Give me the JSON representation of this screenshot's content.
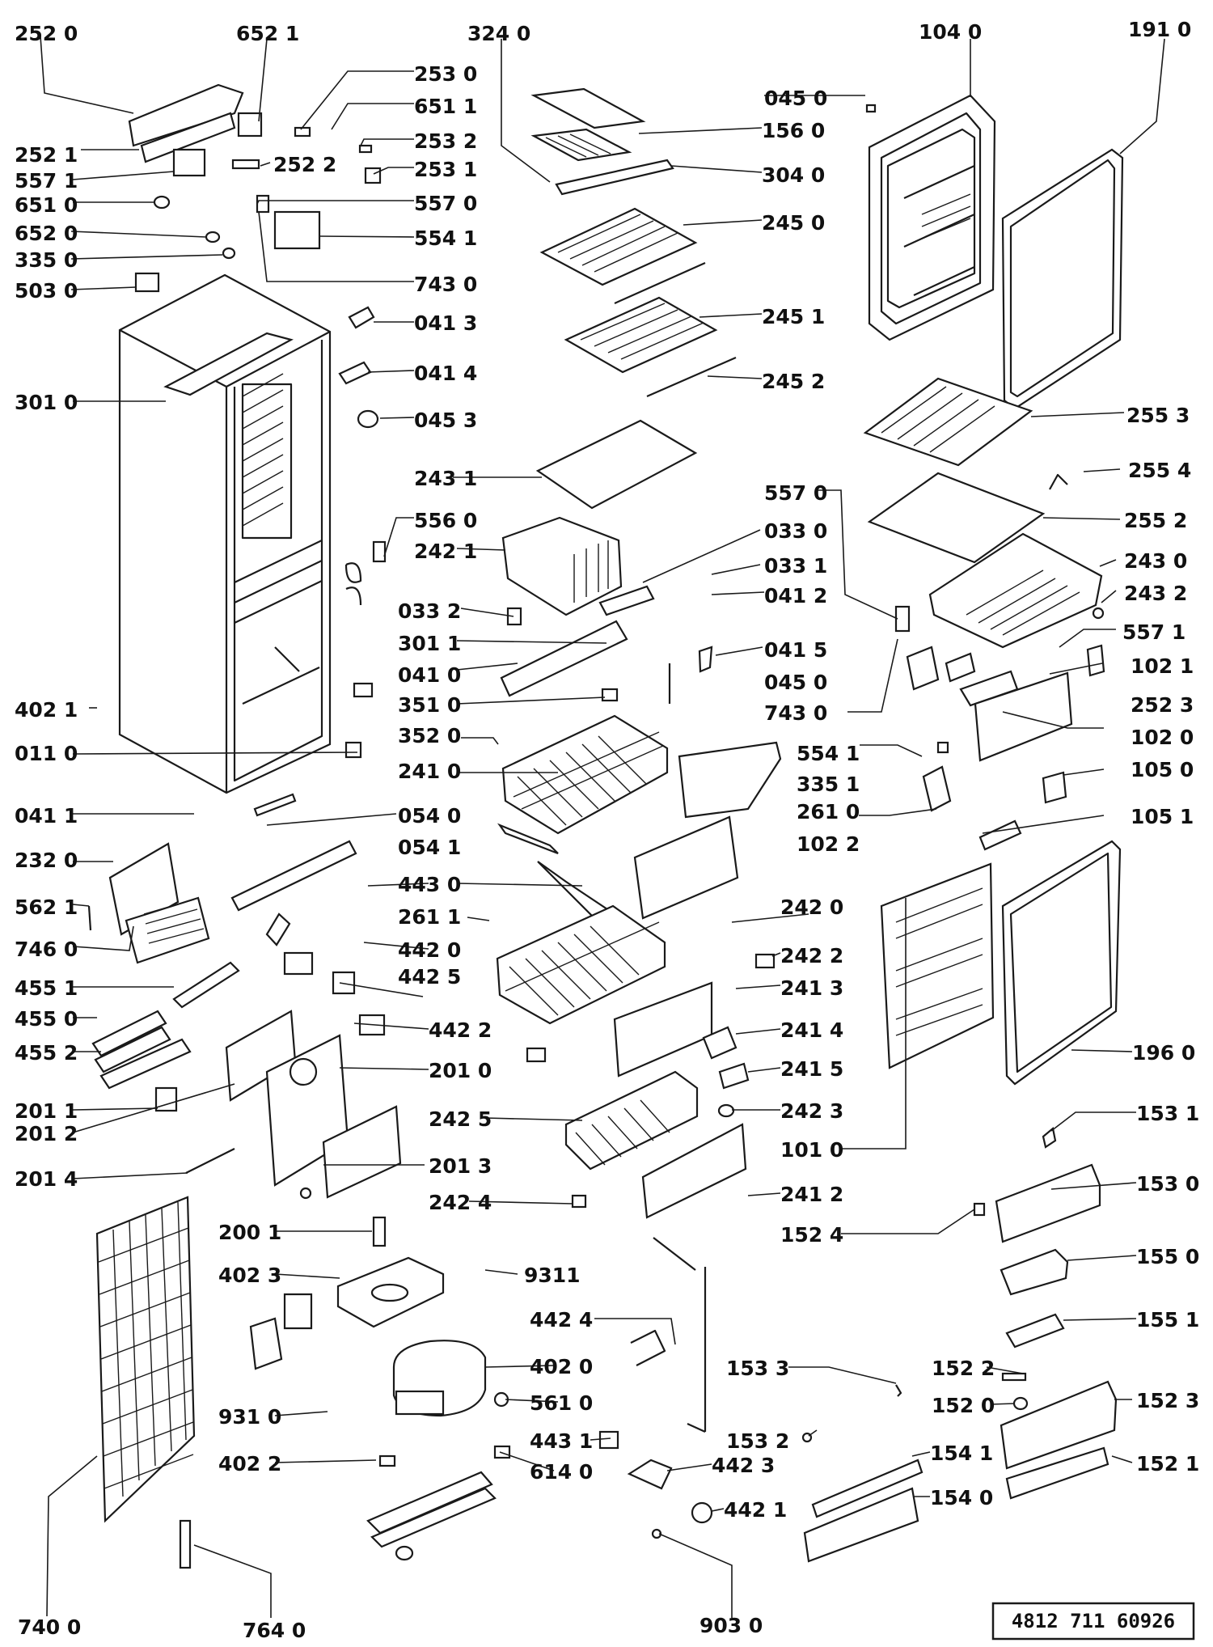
{
  "diagram": {
    "callouts": [
      {
        "id": "c2520",
        "text": "252 0"
      },
      {
        "id": "c6521",
        "text": "652 1"
      },
      {
        "id": "c3240",
        "text": "324 0"
      },
      {
        "id": "c1040",
        "text": "104 0"
      },
      {
        "id": "c1910",
        "text": "191 0"
      },
      {
        "id": "c2530",
        "text": "253 0"
      },
      {
        "id": "c6511",
        "text": "651 1"
      },
      {
        "id": "c2532",
        "text": "253 2"
      },
      {
        "id": "c2522",
        "text": "252 2"
      },
      {
        "id": "c2531",
        "text": "253 1"
      },
      {
        "id": "c5570a",
        "text": "557 0"
      },
      {
        "id": "c2521",
        "text": "252 1"
      },
      {
        "id": "c5571a",
        "text": "557 1"
      },
      {
        "id": "c6510",
        "text": "651 0"
      },
      {
        "id": "c6520",
        "text": "652 0"
      },
      {
        "id": "c3350",
        "text": "335 0"
      },
      {
        "id": "c5030",
        "text": "503 0"
      },
      {
        "id": "c5541a",
        "text": "554 1"
      },
      {
        "id": "c7430a",
        "text": "743 0"
      },
      {
        "id": "c0450a",
        "text": "045 0"
      },
      {
        "id": "c1560",
        "text": "156 0"
      },
      {
        "id": "c3040",
        "text": "304 0"
      },
      {
        "id": "c2450",
        "text": "245 0"
      },
      {
        "id": "c2451",
        "text": "245 1"
      },
      {
        "id": "c2452",
        "text": "245 2"
      },
      {
        "id": "c0413",
        "text": "041 3"
      },
      {
        "id": "c0414",
        "text": "041 4"
      },
      {
        "id": "c0453",
        "text": "045 3"
      },
      {
        "id": "c3010",
        "text": "301 0"
      },
      {
        "id": "c2553",
        "text": "255 3"
      },
      {
        "id": "c2431",
        "text": "243 1"
      },
      {
        "id": "c2554",
        "text": "255 4"
      },
      {
        "id": "c5570b",
        "text": "557 0"
      },
      {
        "id": "c5560",
        "text": "556 0"
      },
      {
        "id": "c2552",
        "text": "255 2"
      },
      {
        "id": "c2421",
        "text": "242 1"
      },
      {
        "id": "c0330",
        "text": "033 0"
      },
      {
        "id": "c2430",
        "text": "243 0"
      },
      {
        "id": "c0331",
        "text": "033 1"
      },
      {
        "id": "c2432",
        "text": "243 2"
      },
      {
        "id": "c0332",
        "text": "033 2"
      },
      {
        "id": "c0412",
        "text": "041 2"
      },
      {
        "id": "c3011",
        "text": "301 1"
      },
      {
        "id": "c5571b",
        "text": "557 1"
      },
      {
        "id": "c0415",
        "text": "041 5"
      },
      {
        "id": "c1021",
        "text": "102 1"
      },
      {
        "id": "c0410",
        "text": "041 0"
      },
      {
        "id": "c0450b",
        "text": "045 0"
      },
      {
        "id": "c3510",
        "text": "351 0"
      },
      {
        "id": "c4021",
        "text": "402 1"
      },
      {
        "id": "c7430b",
        "text": "743 0"
      },
      {
        "id": "c2523",
        "text": "252 3"
      },
      {
        "id": "c3520",
        "text": "352 0"
      },
      {
        "id": "c1020",
        "text": "102 0"
      },
      {
        "id": "c0110",
        "text": "011 0"
      },
      {
        "id": "c5541b",
        "text": "554 1"
      },
      {
        "id": "c1050",
        "text": "105 0"
      },
      {
        "id": "c2410",
        "text": "241 0"
      },
      {
        "id": "c3351",
        "text": "335 1"
      },
      {
        "id": "c0411",
        "text": "041 1"
      },
      {
        "id": "c0540",
        "text": "054 0"
      },
      {
        "id": "c2610",
        "text": "261 0"
      },
      {
        "id": "c1051",
        "text": "105 1"
      },
      {
        "id": "c1022",
        "text": "102 2"
      },
      {
        "id": "c0541",
        "text": "054 1"
      },
      {
        "id": "c2320",
        "text": "232 0"
      },
      {
        "id": "c4430",
        "text": "443 0"
      },
      {
        "id": "c2420",
        "text": "242 0"
      },
      {
        "id": "c5621",
        "text": "562 1"
      },
      {
        "id": "c2611",
        "text": "261 1"
      },
      {
        "id": "c7460",
        "text": "746 0"
      },
      {
        "id": "c4420",
        "text": "442 0"
      },
      {
        "id": "c2422",
        "text": "242 2"
      },
      {
        "id": "c4551",
        "text": "455 1"
      },
      {
        "id": "c4425",
        "text": "442 5"
      },
      {
        "id": "c2413",
        "text": "241 3"
      },
      {
        "id": "c4550",
        "text": "455 0"
      },
      {
        "id": "c4422",
        "text": "442 2"
      },
      {
        "id": "c2414",
        "text": "241 4"
      },
      {
        "id": "c1960",
        "text": "196 0"
      },
      {
        "id": "c4552",
        "text": "455 2"
      },
      {
        "id": "c2010",
        "text": "201 0"
      },
      {
        "id": "c2415",
        "text": "241 5"
      },
      {
        "id": "c2011",
        "text": "201 1"
      },
      {
        "id": "c2425",
        "text": "242 5"
      },
      {
        "id": "c2423",
        "text": "242 3"
      },
      {
        "id": "c1531",
        "text": "153 1"
      },
      {
        "id": "c2012",
        "text": "201 2"
      },
      {
        "id": "c1010",
        "text": "101 0"
      },
      {
        "id": "c2014",
        "text": "201 4"
      },
      {
        "id": "c2013",
        "text": "201 3"
      },
      {
        "id": "c2412",
        "text": "241 2"
      },
      {
        "id": "c1530",
        "text": "153 0"
      },
      {
        "id": "c2424",
        "text": "242 4"
      },
      {
        "id": "c2001",
        "text": "200 1"
      },
      {
        "id": "c1524",
        "text": "152 4"
      },
      {
        "id": "c4023",
        "text": "402 3"
      },
      {
        "id": "c9311",
        "text": "9311"
      },
      {
        "id": "c1550",
        "text": "155 0"
      },
      {
        "id": "c4424",
        "text": "442 4"
      },
      {
        "id": "c1551",
        "text": "155 1"
      },
      {
        "id": "c4020",
        "text": "402 0"
      },
      {
        "id": "c1533",
        "text": "153 3"
      },
      {
        "id": "c1522",
        "text": "152 2"
      },
      {
        "id": "c5610",
        "text": "561 0"
      },
      {
        "id": "c1523",
        "text": "152 3"
      },
      {
        "id": "c9310",
        "text": "931 0"
      },
      {
        "id": "c1520",
        "text": "152 0"
      },
      {
        "id": "c4431",
        "text": "443 1"
      },
      {
        "id": "c1532",
        "text": "153 2"
      },
      {
        "id": "c4022",
        "text": "402 2"
      },
      {
        "id": "c6140",
        "text": "614 0"
      },
      {
        "id": "c4423",
        "text": "442 3"
      },
      {
        "id": "c1541",
        "text": "154 1"
      },
      {
        "id": "c1521",
        "text": "152 1"
      },
      {
        "id": "c4421",
        "text": "442 1"
      },
      {
        "id": "c1540",
        "text": "154 0"
      },
      {
        "id": "c7400",
        "text": "740 0"
      },
      {
        "id": "c7640",
        "text": "764 0"
      },
      {
        "id": "c9030",
        "text": "903 0"
      }
    ],
    "drawing_code": "4812  711  60926"
  }
}
